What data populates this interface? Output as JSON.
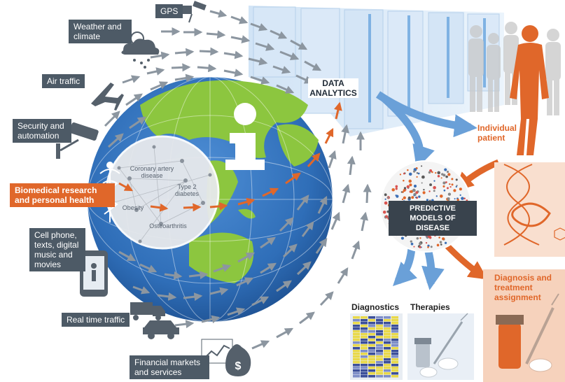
{
  "sources": {
    "gps": "GPS",
    "weather": "Weather and climate",
    "air_traffic": "Air traffic",
    "security": "Security and automation",
    "biomedical_line1": "Biomedical research",
    "biomedical_line2": "and personal health",
    "cell_phone": "Cell phone, texts, digital music and movies",
    "real_time_traffic": "Real time traffic",
    "financial": "Financial markets and services"
  },
  "diseases": {
    "coronary": "Coronary artery disease",
    "type2": "Type 2 diabetes",
    "obesity": "Obesity",
    "osteoarthritis": "Osteoarthritis"
  },
  "center": {
    "data_analytics": "DATA ANALYTICS",
    "predictive_models": "PREDICTIVE MODELS OF DISEASE"
  },
  "outputs": {
    "individual_patient": "Individual patient",
    "diagnostics": "Diagnostics",
    "therapies": "Therapies",
    "diagnosis_treatment": "Diagnosis and treatment assignment"
  },
  "colors": {
    "ocean": "#2f6eb8",
    "land": "#8cc63f",
    "orange": "#e0672a",
    "label_bg": "#4d5a66",
    "arrow_gray": "#8c96a0",
    "arrow_blue": "#6aa0d8"
  },
  "icons": [
    "gps-satellite-icon",
    "weather-cloud-icon",
    "airplane-icon",
    "security-camera-icon",
    "caduceus-icon",
    "smartphone-icon",
    "truck-icon",
    "car-icon",
    "money-bag-icon",
    "info-icon",
    "dna-icon",
    "syringe-icon",
    "vial-icon",
    "pills-icon",
    "human-figure-icon"
  ]
}
